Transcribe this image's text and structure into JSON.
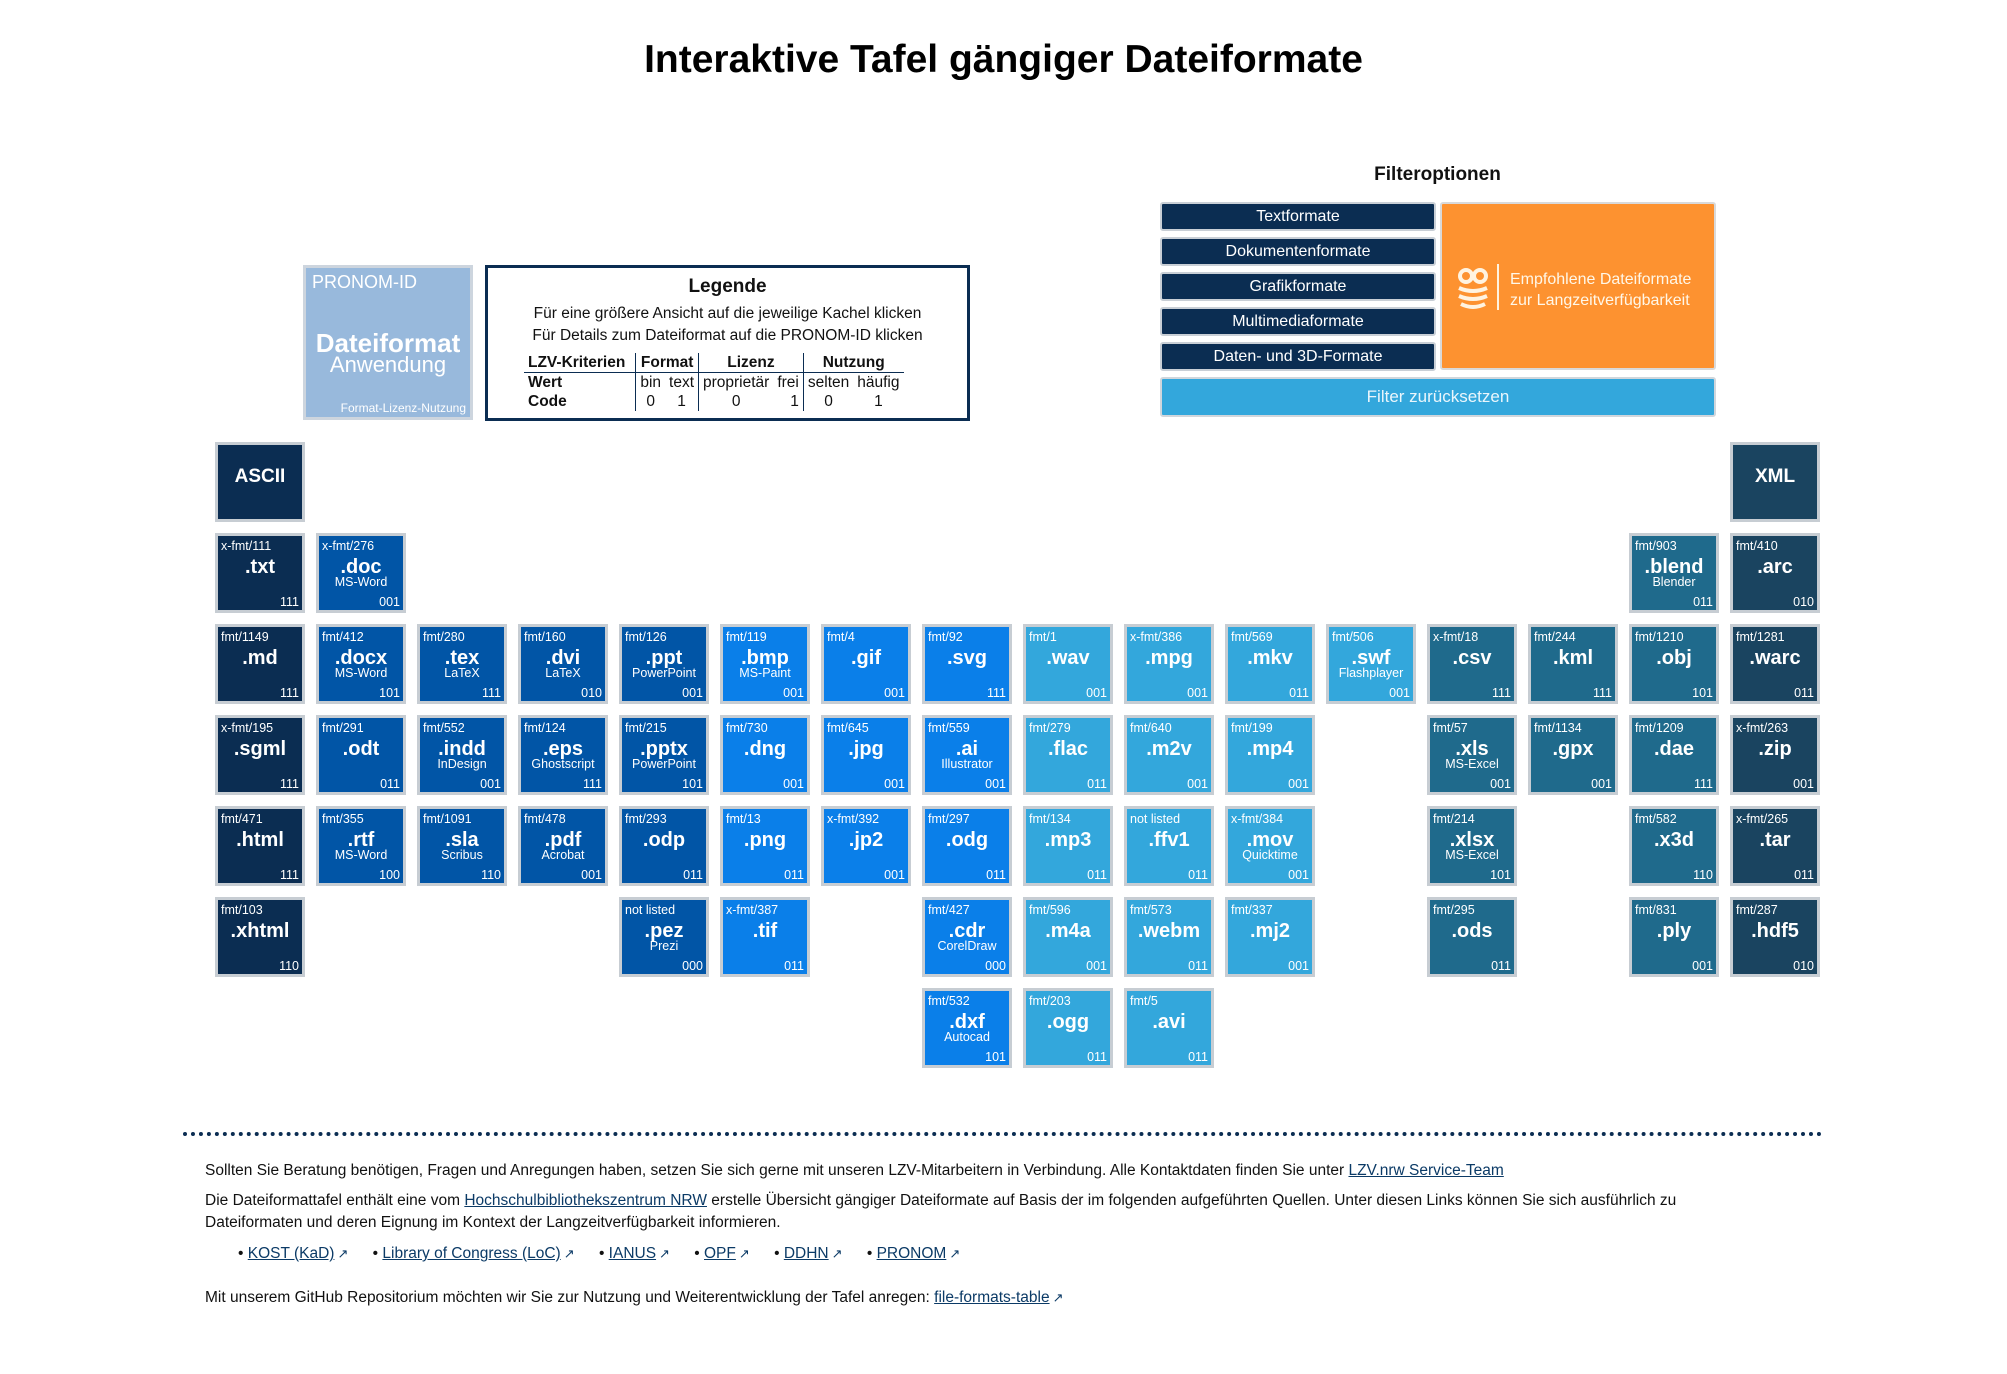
{
  "title": "Interaktive Tafel gängiger Dateiformate",
  "sample_tile": {
    "pronom": "PRONOM-ID",
    "format": "Dateiformat",
    "app": "Anwendung",
    "criteria": "Format-Lizenz-Nutzung",
    "color": "#98b9dc"
  },
  "legend": {
    "title": "Legende",
    "line1": "Für eine größere Ansicht auf die jeweilige Kachel klicken",
    "line2": "Für Details zum Dateiformat auf die PRONOM-ID klicken",
    "header": [
      "LZV-Kriterien",
      "Format",
      "Lizenz",
      "Nutzung"
    ],
    "value_label": "Wert",
    "values": [
      "bin",
      "text",
      "proprietär",
      "frei",
      "selten",
      "häufig"
    ],
    "code_label": "Code",
    "codes": [
      "0",
      "1",
      "0",
      "1",
      "0",
      "1"
    ]
  },
  "filters": {
    "title": "Filteroptionen",
    "buttons": [
      "Textformate",
      "Dokumentenformate",
      "Grafikformate",
      "Multimediaformate",
      "Daten- und 3D-Formate"
    ],
    "recommended_line1": "Empfohlene Dateiformate",
    "recommended_line2": "zur Langzeitverfügbarkeit",
    "reset": "Filter zurücksetzen",
    "colors": {
      "text": "#0b2d52",
      "recommended": "#fd9230",
      "reset": "#33a7dc"
    }
  },
  "categories": {
    "text": "#0b2d52",
    "document": "#0155a6",
    "graphic": "#0a7fe9",
    "multimedia": "#33a7dc",
    "data": "#1f6a8c",
    "xml": "#1a4460"
  },
  "columns": [
    {
      "cat": "text",
      "tiles": [
        {
          "ext": "ASCII",
          "head": true
        },
        {
          "id": "x-fmt/111",
          "ext": ".txt",
          "code": "111"
        },
        {
          "id": "fmt/1149",
          "ext": ".md",
          "code": "111"
        },
        {
          "id": "x-fmt/195",
          "ext": ".sgml",
          "code": "111"
        },
        {
          "id": "fmt/471",
          "ext": ".html",
          "code": "111"
        },
        {
          "id": "fmt/103",
          "ext": ".xhtml",
          "code": "110"
        }
      ]
    },
    {
      "cat": "document",
      "tiles": [
        {
          "id": "x-fmt/276",
          "ext": ".doc",
          "app": "MS-Word",
          "code": "001"
        },
        {
          "id": "fmt/412",
          "ext": ".docx",
          "app": "MS-Word",
          "code": "101"
        },
        {
          "id": "fmt/291",
          "ext": ".odt",
          "code": "011"
        },
        {
          "id": "fmt/355",
          "ext": ".rtf",
          "app": "MS-Word",
          "code": "100"
        }
      ]
    },
    {
      "cat": "document",
      "tiles": [
        {
          "id": "fmt/280",
          "ext": ".tex",
          "app": "LaTeX",
          "code": "111"
        },
        {
          "id": "fmt/552",
          "ext": ".indd",
          "app": "InDesign",
          "code": "001"
        },
        {
          "id": "fmt/1091",
          "ext": ".sla",
          "app": "Scribus",
          "code": "110"
        }
      ]
    },
    {
      "cat": "document",
      "tiles": [
        {
          "id": "fmt/160",
          "ext": ".dvi",
          "app": "LaTeX",
          "code": "010"
        },
        {
          "id": "fmt/124",
          "ext": ".eps",
          "app": "Ghostscript",
          "code": "111"
        },
        {
          "id": "fmt/478",
          "ext": ".pdf",
          "app": "Acrobat",
          "code": "001"
        }
      ]
    },
    {
      "cat": "document",
      "tiles": [
        {
          "id": "fmt/126",
          "ext": ".ppt",
          "app": "PowerPoint",
          "code": "001"
        },
        {
          "id": "fmt/215",
          "ext": ".pptx",
          "app": "PowerPoint",
          "code": "101"
        },
        {
          "id": "fmt/293",
          "ext": ".odp",
          "code": "011"
        },
        {
          "id": "not listed",
          "ext": ".pez",
          "app": "Prezi",
          "code": "000"
        }
      ]
    },
    {
      "cat": "graphic",
      "tiles": [
        {
          "id": "fmt/119",
          "ext": ".bmp",
          "app": "MS-Paint",
          "code": "001"
        },
        {
          "id": "fmt/730",
          "ext": ".dng",
          "code": "001"
        },
        {
          "id": "fmt/13",
          "ext": ".png",
          "code": "011"
        },
        {
          "id": "x-fmt/387",
          "ext": ".tif",
          "code": "011"
        }
      ]
    },
    {
      "cat": "graphic",
      "tiles": [
        {
          "id": "fmt/4",
          "ext": ".gif",
          "code": "001"
        },
        {
          "id": "fmt/645",
          "ext": ".jpg",
          "code": "001"
        },
        {
          "id": "x-fmt/392",
          "ext": ".jp2",
          "code": "001"
        }
      ]
    },
    {
      "cat": "graphic",
      "tiles": [
        {
          "id": "fmt/92",
          "ext": ".svg",
          "code": "111"
        },
        {
          "id": "fmt/559",
          "ext": ".ai",
          "app": "Illustrator",
          "code": "001"
        },
        {
          "id": "fmt/297",
          "ext": ".odg",
          "code": "011"
        },
        {
          "id": "fmt/427",
          "ext": ".cdr",
          "app": "CorelDraw",
          "code": "000"
        },
        {
          "id": "fmt/532",
          "ext": ".dxf",
          "app": "Autocad",
          "code": "101"
        }
      ]
    },
    {
      "cat": "multimedia",
      "tiles": [
        {
          "id": "fmt/1",
          "ext": ".wav",
          "code": "001"
        },
        {
          "id": "fmt/279",
          "ext": ".flac",
          "code": "011"
        },
        {
          "id": "fmt/134",
          "ext": ".mp3",
          "code": "011"
        },
        {
          "id": "fmt/596",
          "ext": ".m4a",
          "code": "001"
        },
        {
          "id": "fmt/203",
          "ext": ".ogg",
          "code": "011"
        }
      ]
    },
    {
      "cat": "multimedia",
      "tiles": [
        {
          "id": "x-fmt/386",
          "ext": ".mpg",
          "code": "001"
        },
        {
          "id": "fmt/640",
          "ext": ".m2v",
          "code": "001"
        },
        {
          "id": "not listed",
          "ext": ".ffv1",
          "code": "011"
        },
        {
          "id": "fmt/573",
          "ext": ".webm",
          "code": "011"
        },
        {
          "id": "fmt/5",
          "ext": ".avi",
          "code": "011"
        }
      ]
    },
    {
      "cat": "multimedia",
      "tiles": [
        {
          "id": "fmt/569",
          "ext": ".mkv",
          "code": "011"
        },
        {
          "id": "fmt/199",
          "ext": ".mp4",
          "code": "001"
        },
        {
          "id": "x-fmt/384",
          "ext": ".mov",
          "app": "Quicktime",
          "code": "001"
        },
        {
          "id": "fmt/337",
          "ext": ".mj2",
          "code": "001"
        }
      ]
    },
    {
      "cat": "multimedia",
      "tiles": [
        {
          "id": "fmt/506",
          "ext": ".swf",
          "app": "Flashplayer",
          "code": "001"
        }
      ]
    },
    {
      "cat": "data",
      "tiles": [
        {
          "id": "x-fmt/18",
          "ext": ".csv",
          "code": "111"
        },
        {
          "id": "fmt/57",
          "ext": ".xls",
          "app": "MS-Excel",
          "code": "001"
        },
        {
          "id": "fmt/214",
          "ext": ".xlsx",
          "app": "MS-Excel",
          "code": "101"
        },
        {
          "id": "fmt/295",
          "ext": ".ods",
          "code": "011"
        }
      ]
    },
    {
      "cat": "data",
      "tiles": [
        {
          "id": "fmt/244",
          "ext": ".kml",
          "code": "111"
        },
        {
          "id": "fmt/1134",
          "ext": ".gpx",
          "code": "001"
        }
      ]
    },
    {
      "cat": "data",
      "tiles": [
        {
          "id": "fmt/903",
          "ext": ".blend",
          "app": "Blender",
          "code": "011"
        },
        {
          "id": "fmt/1210",
          "ext": ".obj",
          "code": "101"
        },
        {
          "id": "fmt/1209",
          "ext": ".dae",
          "code": "111"
        },
        {
          "id": "fmt/582",
          "ext": ".x3d",
          "code": "110"
        },
        {
          "id": "fmt/831",
          "ext": ".ply",
          "code": "001"
        }
      ]
    },
    {
      "cat": "xml",
      "tiles": [
        {
          "ext": "XML",
          "head": true
        },
        {
          "id": "fmt/410",
          "ext": ".arc",
          "code": "010"
        },
        {
          "id": "fmt/1281",
          "ext": ".warc",
          "code": "011"
        },
        {
          "id": "x-fmt/263",
          "ext": ".zip",
          "code": "001"
        },
        {
          "id": "x-fmt/265",
          "ext": ".tar",
          "code": "011"
        },
        {
          "id": "fmt/287",
          "ext": ".hdf5",
          "code": "010"
        }
      ]
    }
  ],
  "footer": {
    "p1_text": "Sollten Sie Beratung benötigen, Fragen und Anregungen haben, setzen Sie sich gerne mit unseren LZV-Mitarbeitern in Verbindung. Alle Kontaktdaten finden Sie unter ",
    "p1_link": "LZV.nrw Service-Team",
    "p2_text_a": "Die Dateiformattafel enthält eine vom ",
    "p2_link": "Hochschulbibliothekszentrum NRW",
    "p2_text_b": " erstelle Übersicht gängiger Dateiformate auf Basis der im folgenden aufgeführten Quellen. Unter diesen Links können Sie sich ausführlich zu Dateiformaten und deren Eignung im Kontext der Langzeitverfügbarkeit informieren.",
    "links": [
      "KOST (KaD)",
      "Library of Congress (LoC)",
      "IANUS",
      "OPF",
      "DDHN",
      "PRONOM"
    ],
    "p3_text": "Mit unserem GitHub Repositorium möchten wir Sie zur Nutzung und Weiterentwicklung der Tafel anregen: ",
    "p3_link": "file-formats-table"
  }
}
